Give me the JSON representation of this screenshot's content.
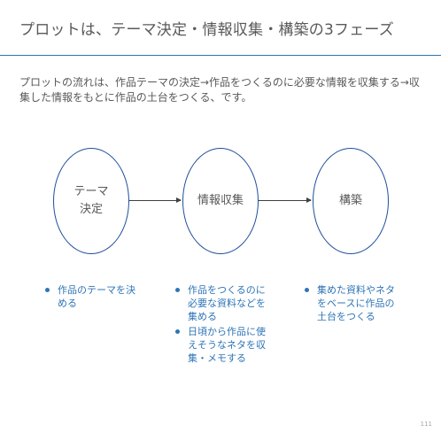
{
  "slide": {
    "title": "プロットは、テーマ決定・情報収集・構築の3フェーズ",
    "intro": "プロットの流れは、作品テーマの決定→作品をつくるのに必要な情報を収集する→収集した情報をもとに作品の土台をつくる、です。",
    "page_number": "111",
    "accent_color": "#2e75b6",
    "circle_border_color": "#1f4e9c"
  },
  "phases": [
    {
      "label_lines": [
        "テーマ",
        "決定"
      ],
      "bullets": [
        "作品のテーマを決める"
      ]
    },
    {
      "label_lines": [
        "情報収集"
      ],
      "bullets": [
        "作品をつくるのに必要な資料などを集める",
        "日頃から作品に使えそうなネタを収集・メモする"
      ]
    },
    {
      "label_lines": [
        "構築"
      ],
      "bullets": [
        "集めた資料やネタをベースに作品の土台をつくる"
      ]
    }
  ]
}
